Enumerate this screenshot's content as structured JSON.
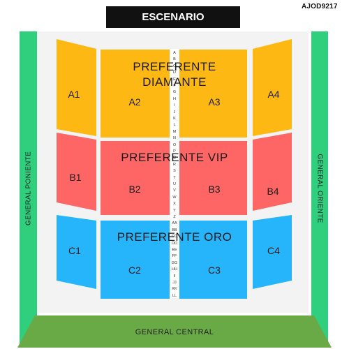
{
  "stage": {
    "label": "ESCENARIO"
  },
  "map_code": "AJOD9217",
  "general": {
    "left": "GENERAL PONIENTE",
    "right": "GENERAL ORIENTE",
    "bottom": "GENERAL CENTRAL"
  },
  "zones": {
    "diamante": {
      "title_line1": "PREFERENTE",
      "title_line2": "DIAMANTE",
      "color": "#fdb813"
    },
    "vip": {
      "title": "PREFERENTE VIP",
      "color": "#fe6666"
    },
    "oro": {
      "title": "PREFERENTE ORO",
      "color": "#26b4fb"
    }
  },
  "sections": {
    "A1": "A1",
    "A2": "A2",
    "A3": "A3",
    "A4": "A4",
    "B1": "B1",
    "B2": "B2",
    "B3": "B3",
    "B4": "B4",
    "C1": "C1",
    "C2": "C2",
    "C3": "C3",
    "C4": "C4"
  },
  "rows": [
    "A",
    "B",
    "C",
    "D",
    "E",
    "F",
    "G",
    "H",
    "I",
    "J",
    "K",
    "L",
    "M",
    "N",
    "O",
    "P",
    "Q",
    "R",
    "S",
    "T",
    "U",
    "V",
    "W",
    "X",
    "Y",
    "Z",
    "AA",
    "BB",
    "CC",
    "DD",
    "EE",
    "FF",
    "GG",
    "HH",
    "II",
    "JJ",
    "KK",
    "LL"
  ],
  "colors": {
    "general": "#2fcf7e",
    "general_central": "#6aaa46",
    "stage": "#111111"
  }
}
